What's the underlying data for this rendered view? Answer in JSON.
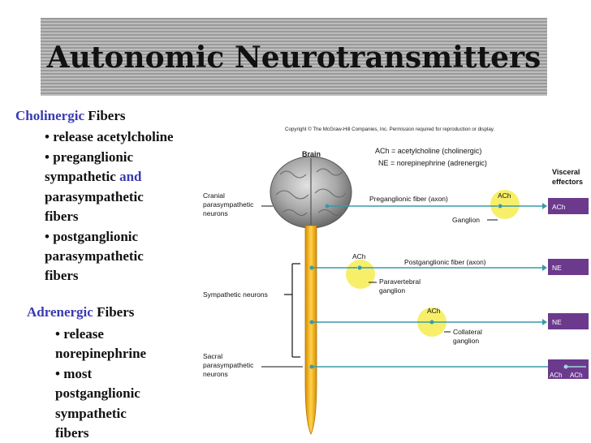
{
  "title": "Autonomic Neurotransmitters",
  "cholinergic": {
    "keyword": "Cholinergic",
    "rest": " Fibers",
    "b1": "• release acetylcholine",
    "b2_l1": "• preganglionic",
    "b2_l2a": "sympathetic ",
    "b2_l2b": "and",
    "b2_l3": "parasympathetic",
    "b2_l4": "fibers",
    "b3_l1": "• postganglionic",
    "b3_l2": "parasympathetic",
    "b3_l3": "fibers"
  },
  "adrenergic": {
    "keyword": "Adrenergic",
    "rest": " Fibers",
    "b1_l1": "• release",
    "b1_l2": "norepinephrine",
    "b2_l1": "• most",
    "b2_l2": "postganglionic",
    "b2_l3": "sympathetic",
    "b2_l4": "fibers"
  },
  "diagram": {
    "copyright": "Copyright © The McGraw-Hill Companies, Inc. Permission required for reproduction or display.",
    "brain": "Brain",
    "ach_def": "ACh = acetylcholine (cholinergic)",
    "ne_def": "NE = norepinephrine (adrenergic)",
    "visceral_l1": "Visceral",
    "visceral_l2": "effectors",
    "cranial_l1": "Cranial",
    "cranial_l2": "parasympathetic",
    "cranial_l3": "neurons",
    "preganglionic": "Preganglionic fiber (axon)",
    "ganglion": "Ganglion",
    "postganglionic": "Postganglionic fiber (axon)",
    "paravertebral_l1": "Paravertebral",
    "paravertebral_l2": "ganglion",
    "sympathetic_neurons": "Sympathetic neurons",
    "collateral_l1": "Collateral",
    "collateral_l2": "ganglion",
    "sacral_l1": "Sacral",
    "sacral_l2": "parasympathetic",
    "sacral_l3": "neurons",
    "ach1": "ACh",
    "ach2": "ACh",
    "ach3": "ACh",
    "effector1": "ACh",
    "effector2": "NE",
    "effector3": "NE",
    "effector4a": "ACh",
    "effector4b": "ACh"
  },
  "colors": {
    "fiber": "#3a9aa8",
    "ach_circle": "#f7ef6a",
    "effector_box": "#6c3a8c",
    "spinal_cord": "#f3b71c"
  }
}
